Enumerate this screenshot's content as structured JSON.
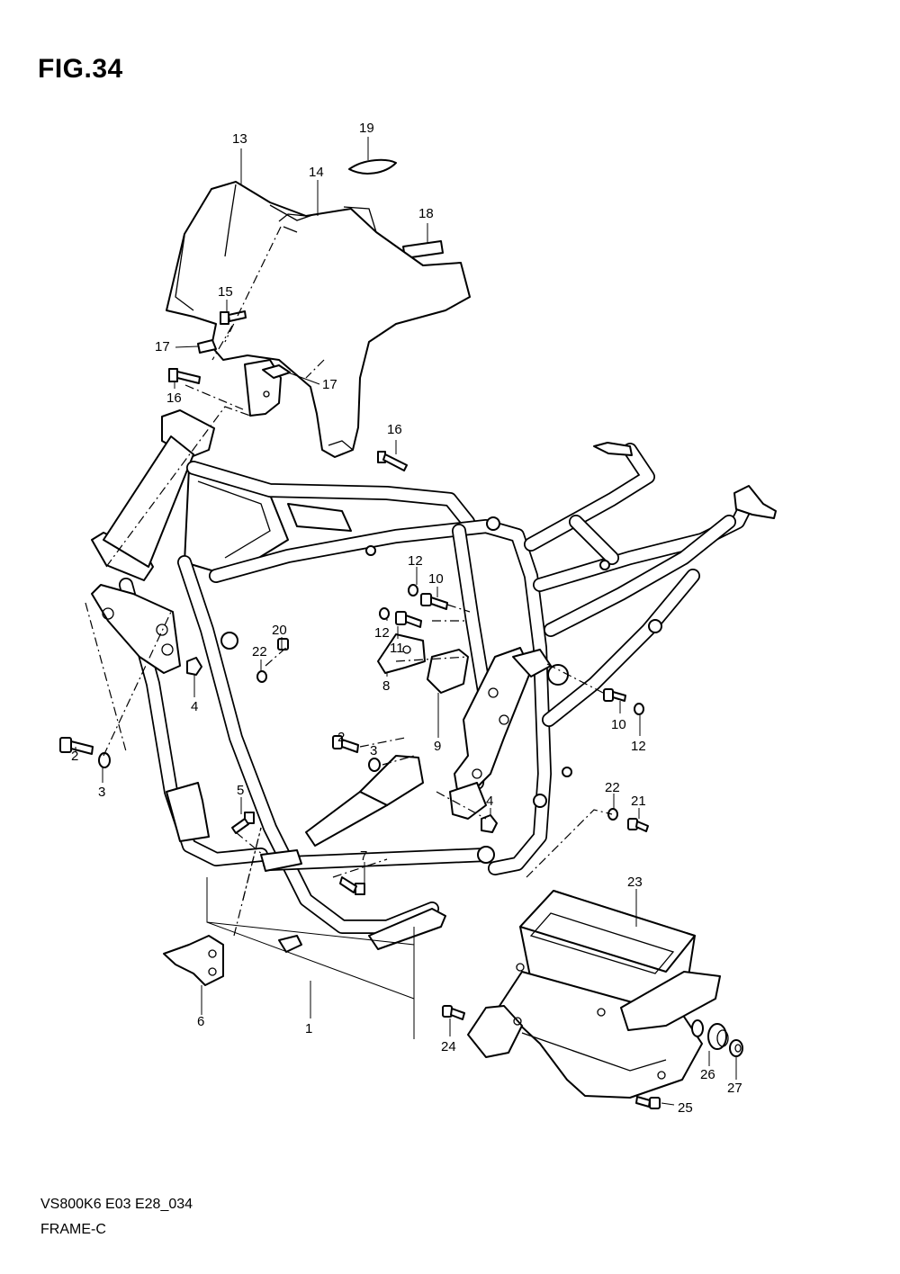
{
  "figure": {
    "title": "FIG.34",
    "model_code": "VS800K6 E03 E28_034",
    "section_name": "FRAME-C"
  },
  "callouts": {
    "c1": "1",
    "c2a": "2",
    "c2b": "2",
    "c3a": "3",
    "c3b": "3",
    "c4a": "4",
    "c4b": "4",
    "c5": "5",
    "c6": "6",
    "c7": "7",
    "c8": "8",
    "c9": "9",
    "c10a": "10",
    "c10b": "10",
    "c11": "11",
    "c12a": "12",
    "c12b": "12",
    "c12c": "12",
    "c13": "13",
    "c14": "14",
    "c15": "15",
    "c16a": "16",
    "c16b": "16",
    "c17a": "17",
    "c17b": "17",
    "c18": "18",
    "c19": "19",
    "c20": "20",
    "c21": "21",
    "c22a": "22",
    "c22b": "22",
    "c23": "23",
    "c24": "24",
    "c25": "25",
    "c26": "26",
    "c27": "27"
  }
}
